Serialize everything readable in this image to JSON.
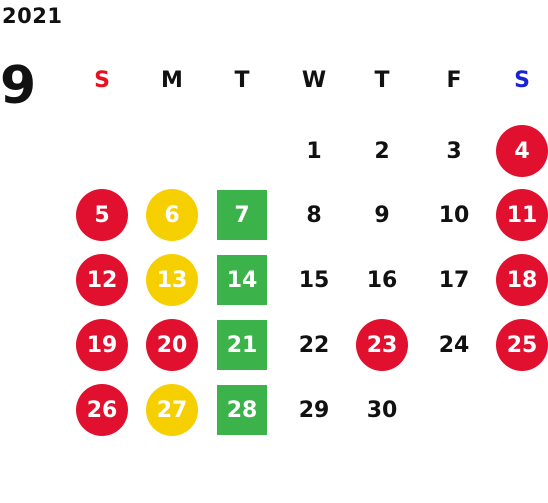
{
  "header": {
    "year": "2021",
    "month": "9"
  },
  "colors": {
    "red": "#e0102e",
    "yellow": "#f6cf00",
    "green": "#3bb24a",
    "sunday": "#e8101e",
    "saturday": "#1a22d6"
  },
  "weekdays": [
    {
      "label": "S",
      "color": "#e8101e"
    },
    {
      "label": "M",
      "color": "#111111"
    },
    {
      "label": "T",
      "color": "#111111"
    },
    {
      "label": "W",
      "color": "#111111"
    },
    {
      "label": "T",
      "color": "#111111"
    },
    {
      "label": "F",
      "color": "#111111"
    },
    {
      "label": "S",
      "color": "#1a22d6"
    }
  ],
  "weeks": [
    [
      null,
      null,
      null,
      {
        "d": "1"
      },
      {
        "d": "2"
      },
      {
        "d": "3"
      },
      {
        "d": "4",
        "mark": "red-circle"
      }
    ],
    [
      {
        "d": "5",
        "mark": "red-circle"
      },
      {
        "d": "6",
        "mark": "yellow-circle"
      },
      {
        "d": "7",
        "mark": "green-square"
      },
      {
        "d": "8"
      },
      {
        "d": "9"
      },
      {
        "d": "10"
      },
      {
        "d": "11",
        "mark": "red-circle"
      }
    ],
    [
      {
        "d": "12",
        "mark": "red-circle"
      },
      {
        "d": "13",
        "mark": "yellow-circle"
      },
      {
        "d": "14",
        "mark": "green-square"
      },
      {
        "d": "15"
      },
      {
        "d": "16"
      },
      {
        "d": "17"
      },
      {
        "d": "18",
        "mark": "red-circle"
      }
    ],
    [
      {
        "d": "19",
        "mark": "red-circle"
      },
      {
        "d": "20",
        "mark": "red-circle"
      },
      {
        "d": "21",
        "mark": "green-square"
      },
      {
        "d": "22"
      },
      {
        "d": "23",
        "mark": "red-circle"
      },
      {
        "d": "24"
      },
      {
        "d": "25",
        "mark": "red-circle"
      }
    ],
    [
      {
        "d": "26",
        "mark": "red-circle"
      },
      {
        "d": "27",
        "mark": "yellow-circle"
      },
      {
        "d": "28",
        "mark": "green-square"
      },
      {
        "d": "29"
      },
      {
        "d": "30"
      },
      null,
      null
    ]
  ]
}
